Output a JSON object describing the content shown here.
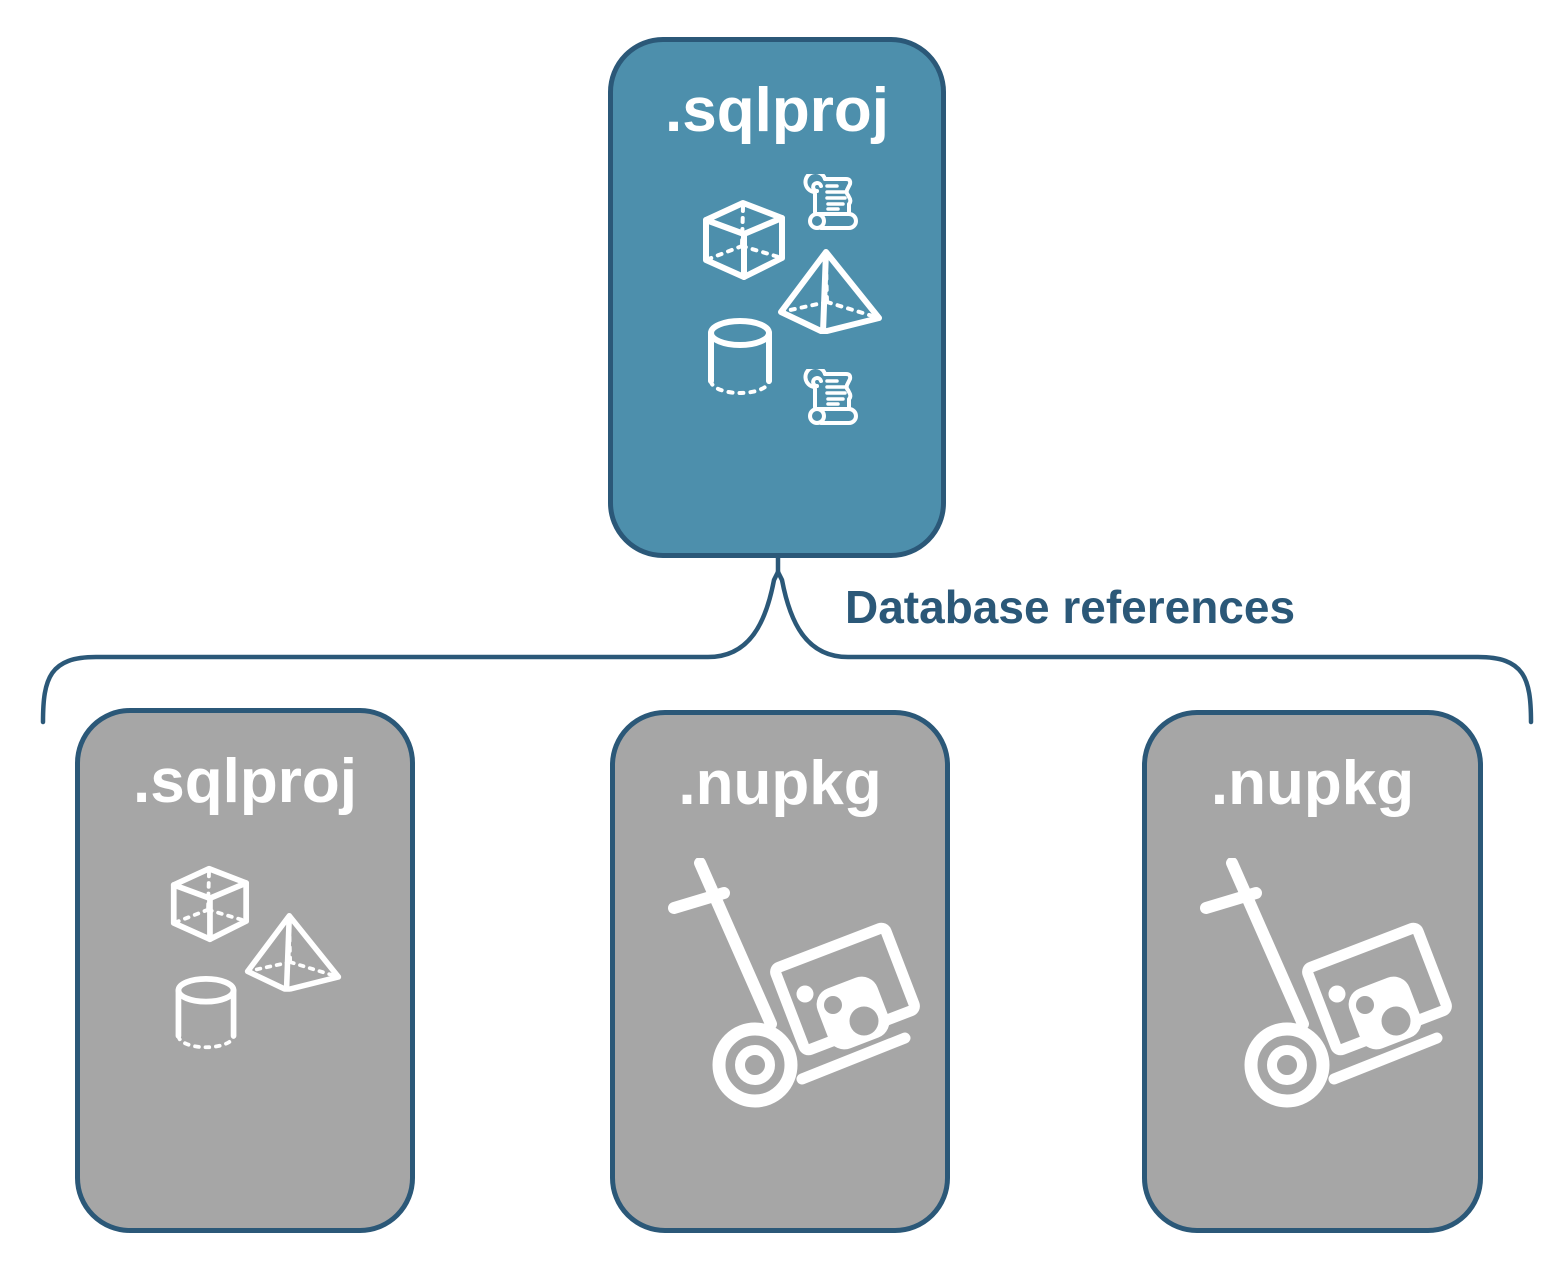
{
  "root_node": {
    "label": ".sqlproj"
  },
  "edge": {
    "label": "Database references"
  },
  "child_nodes": [
    {
      "label": ".sqlproj"
    },
    {
      "label": ".nupkg"
    },
    {
      "label": ".nupkg"
    }
  ],
  "icons": {
    "root": [
      "cube-icon",
      "scroll-icon",
      "pyramid-icon",
      "cylinder-icon",
      "scroll-icon"
    ],
    "child_sqlproj": [
      "cube-icon",
      "pyramid-icon",
      "cylinder-icon"
    ],
    "child_nupkg": [
      "hand-truck-package-icon"
    ]
  },
  "colors": {
    "background": "#FFFFFF",
    "root_fill": "#4D8FAC",
    "child_fill": "#A6A6A6",
    "outline": "#2B5878",
    "icon": "#FFFFFF",
    "label_text": "#FFFFFF",
    "edge_label_text": "#2B5878"
  }
}
